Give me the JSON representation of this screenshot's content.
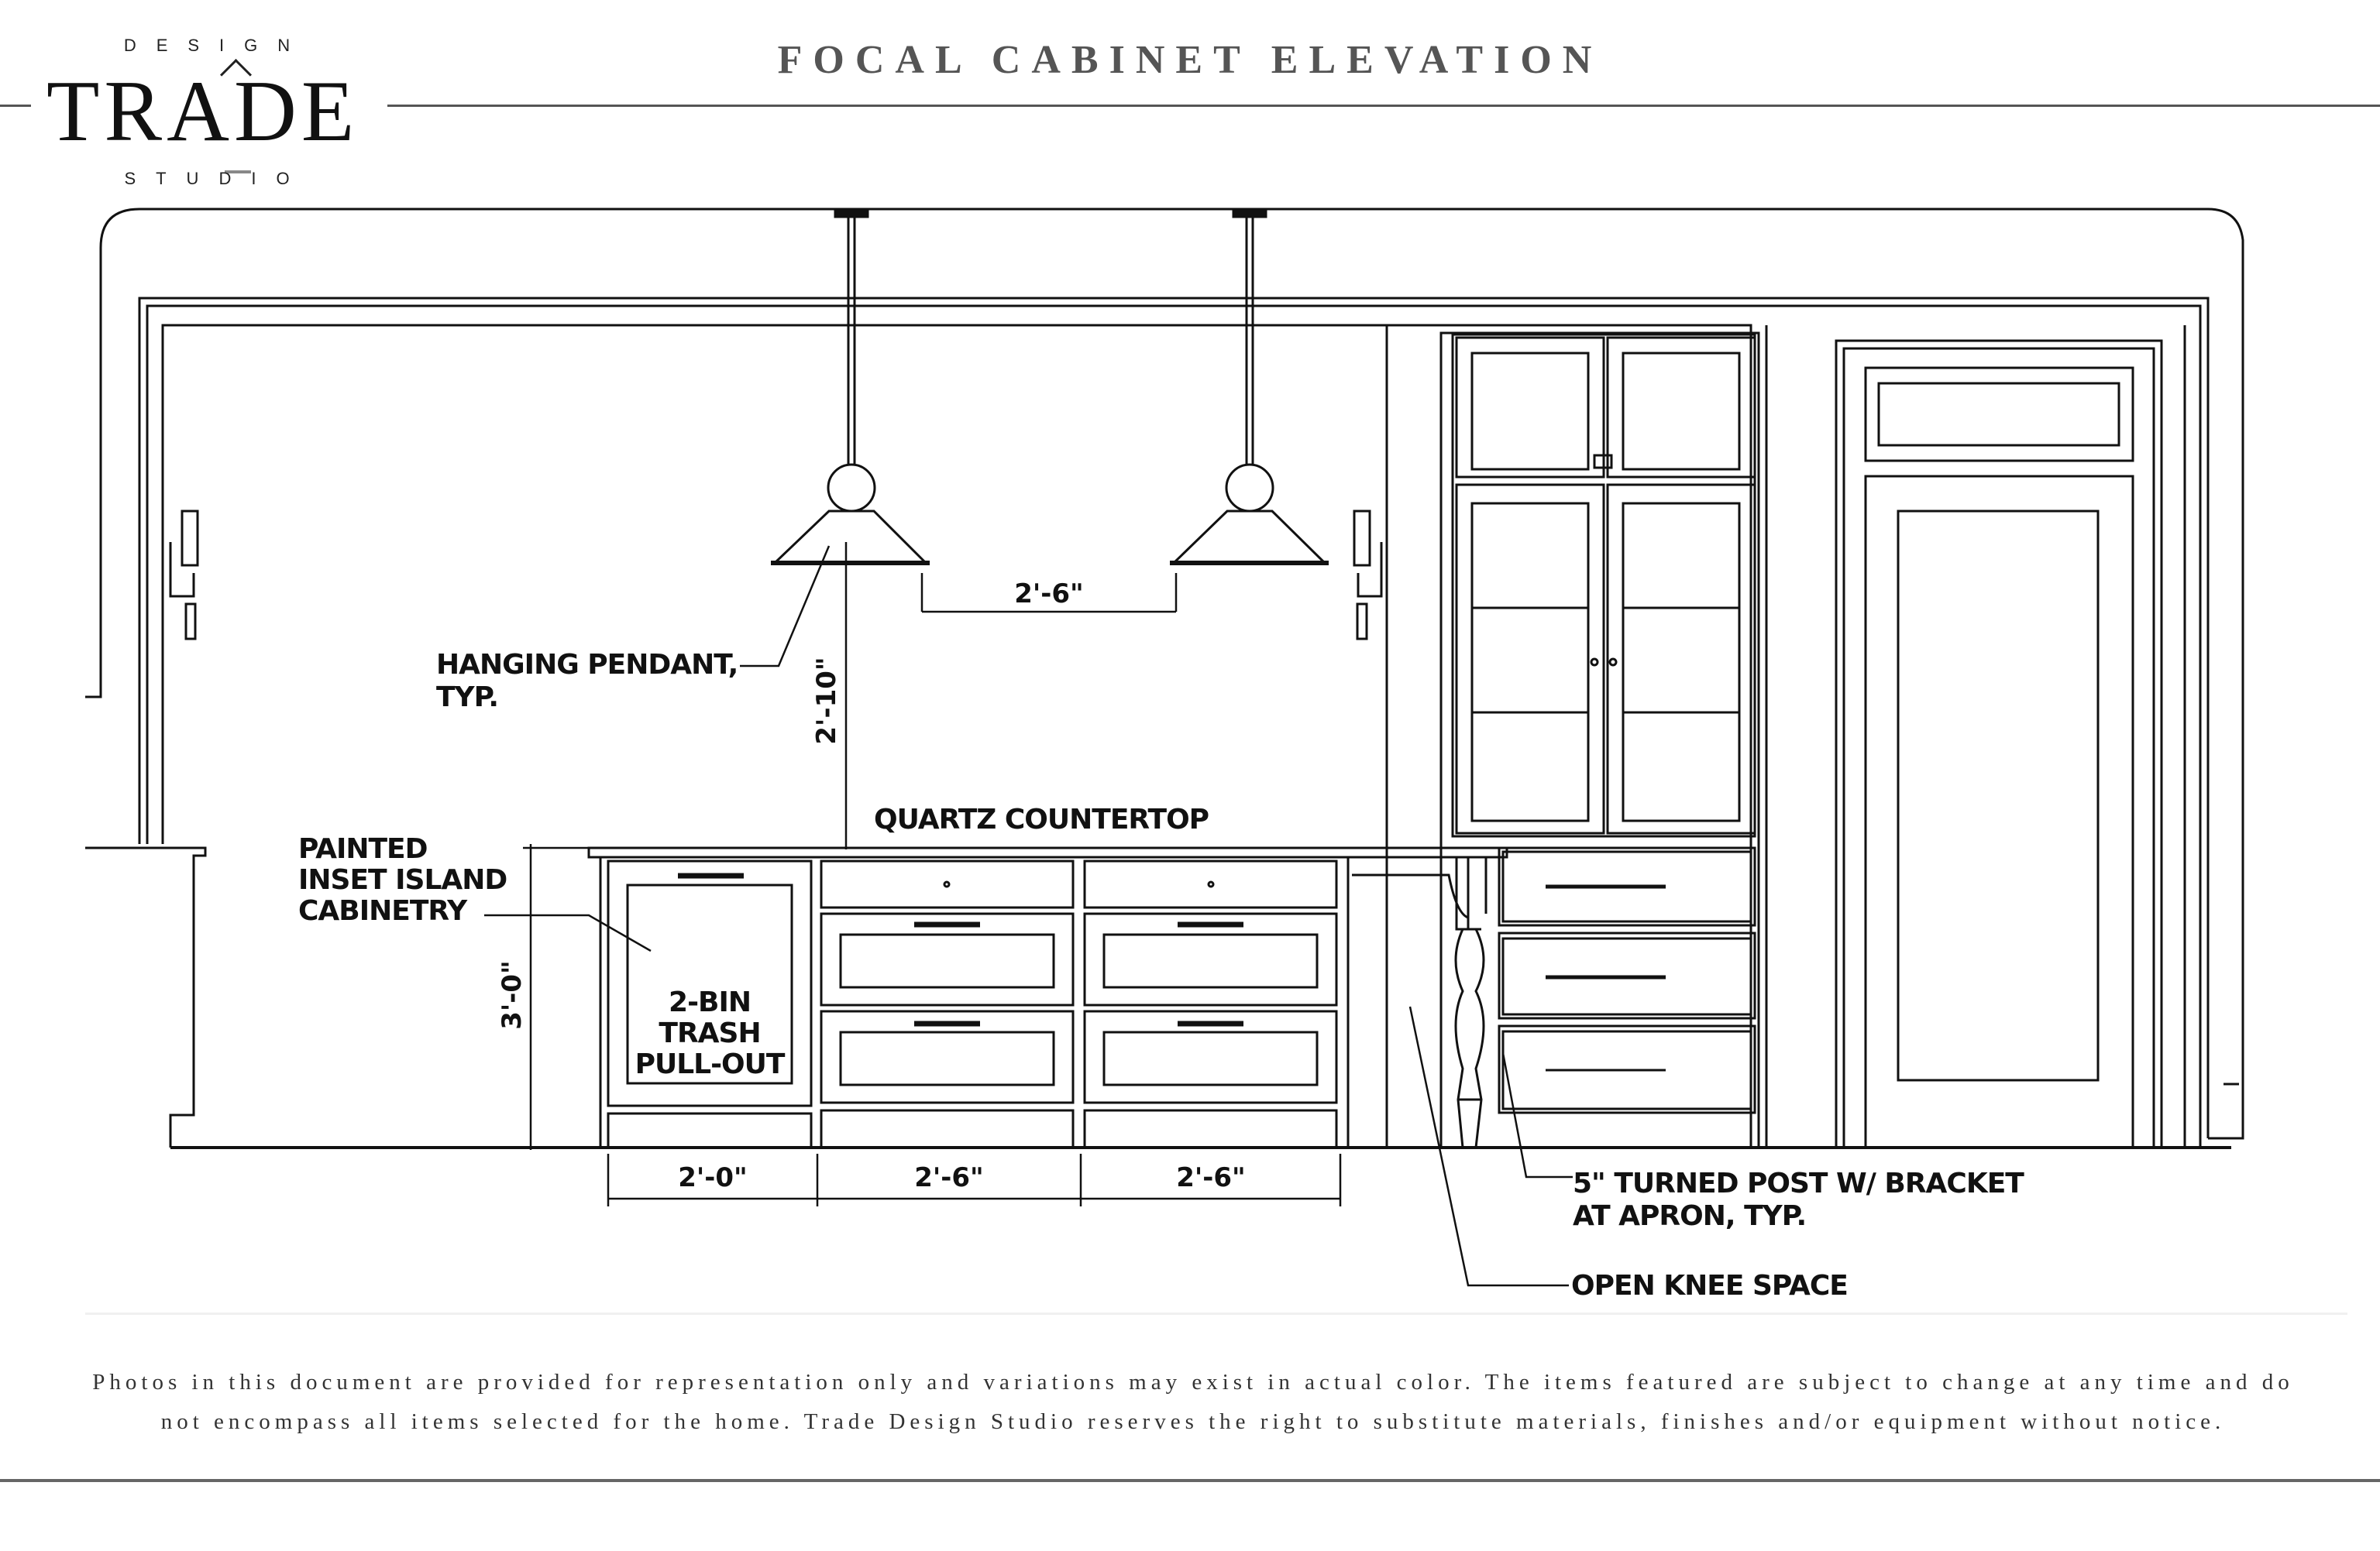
{
  "brand": {
    "name": "TRADE",
    "top_text": "DESIGN",
    "bottom_text": "STUDIO"
  },
  "page": {
    "title": "FOCAL CABINET ELEVATION"
  },
  "drawing": {
    "annotations": {
      "hanging_pendant": [
        "HANGING PENDANT,",
        "TYP."
      ],
      "quartz_countertop": "QUARTZ COUNTERTOP",
      "painted_cabinetry": [
        "PAINTED",
        "INSET ISLAND",
        "CABINETRY"
      ],
      "trash_pullout": [
        "2-BIN",
        "TRASH",
        "PULL-OUT"
      ],
      "turned_post": [
        "5\" TURNED POST W/ BRACKET",
        "AT APRON, TYP."
      ],
      "knee_space": "OPEN KNEE SPACE"
    },
    "dimensions": {
      "pendant_spacing": "2'-6\"",
      "pendant_height": "2'-10\"",
      "island_height": "3'-0\"",
      "cabinet_widths": [
        "2'-0\"",
        "2'-6\"",
        "2'-6\""
      ]
    }
  },
  "footer": {
    "disclaimer": "Photos in this document are provided for representation only and variations may exist in actual color. The items featured are subject to change at any time and do not encompass all items selected for the home. Trade Design Studio reserves the right to substitute materials, finishes and/or equipment without notice."
  }
}
